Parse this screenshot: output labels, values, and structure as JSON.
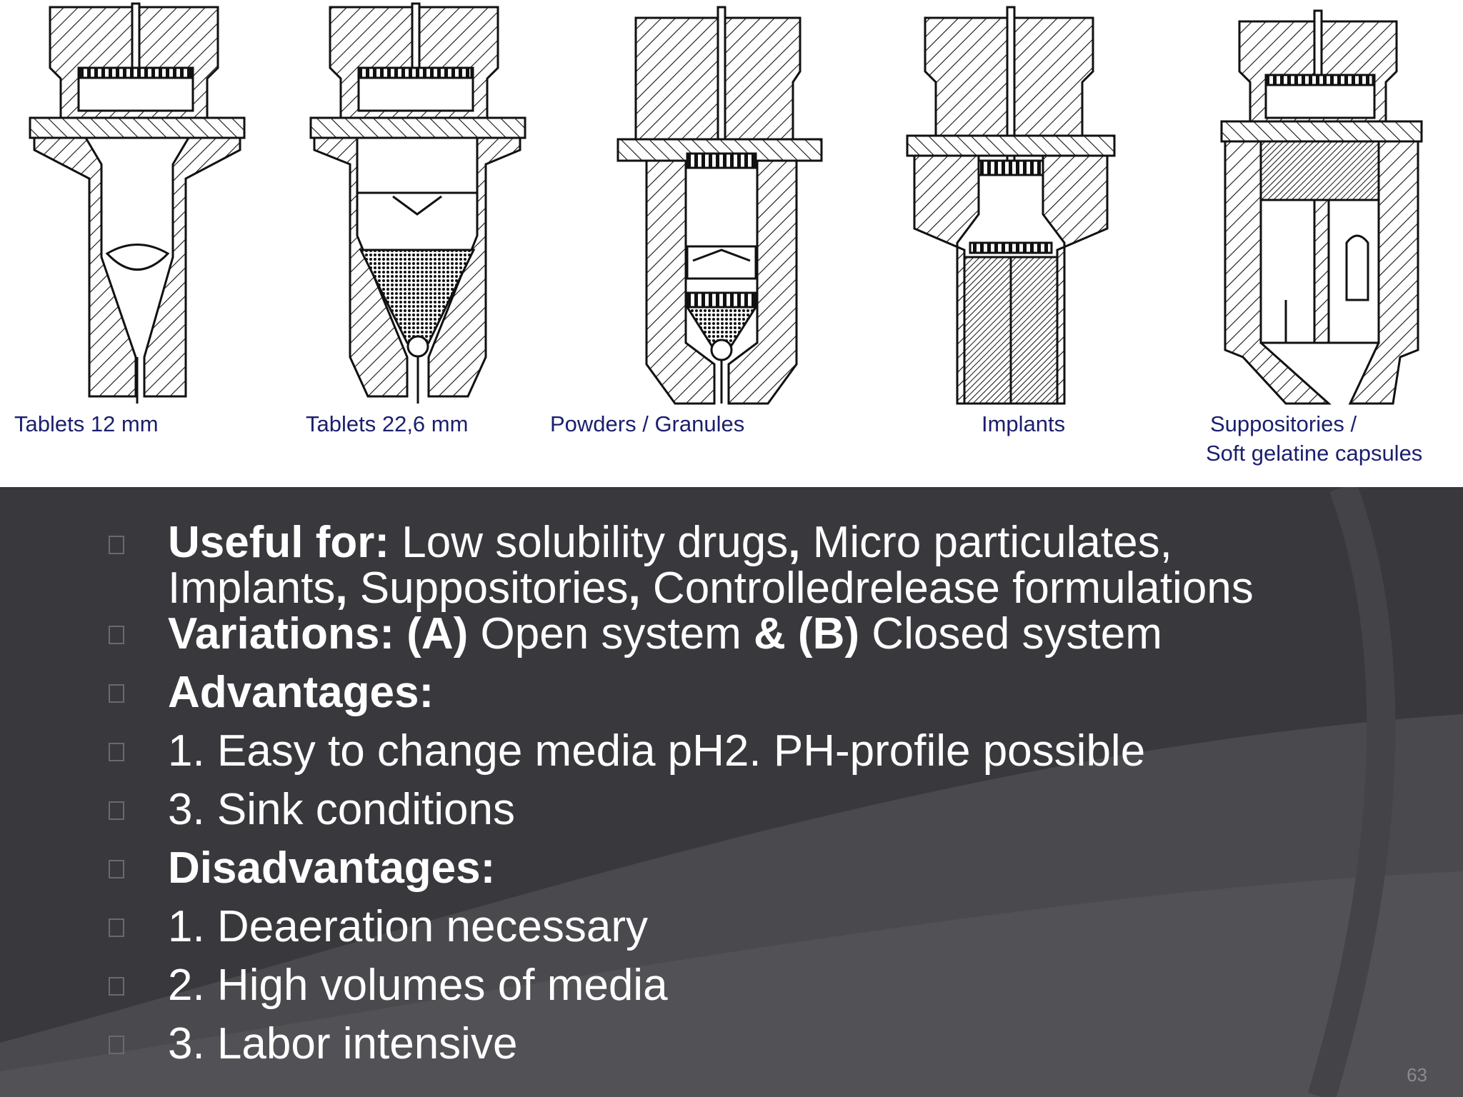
{
  "figure": {
    "captions": [
      "Tablets 12 mm",
      "Tablets 22,6 mm",
      "Powders / Granules",
      "Implants",
      "Suppositories /",
      "Soft gelatine capsules"
    ]
  },
  "bullets": [
    {
      "bold": "Useful for:",
      "text": " Low solubility drugs",
      "bold2": ",",
      "text2": " Micro particulates,"
    },
    {
      "bold": "",
      "text": "Implants",
      "bold2": ",",
      "text2": " Suppositories",
      "bold3": ",",
      "text3": " Controlledrelease formulations"
    },
    {
      "bold": "Variations: (A)",
      "text": " Open system ",
      "bold2": "& (B)",
      "text2": " Closed system"
    },
    {
      "bold": "Advantages:",
      "text": ""
    },
    {
      "bold": "",
      "text": "1. Easy to change media pH2. PH-profile possible"
    },
    {
      "bold": "",
      "text": "3. Sink conditions"
    },
    {
      "bold": "Disadvantages:",
      "text": ""
    },
    {
      "bold": "",
      "text": "1. Deaeration necessary"
    },
    {
      "bold": "",
      "text": "2. High volumes of media"
    },
    {
      "bold": "",
      "text": "3. Labor intensive"
    }
  ],
  "page_number": "63"
}
